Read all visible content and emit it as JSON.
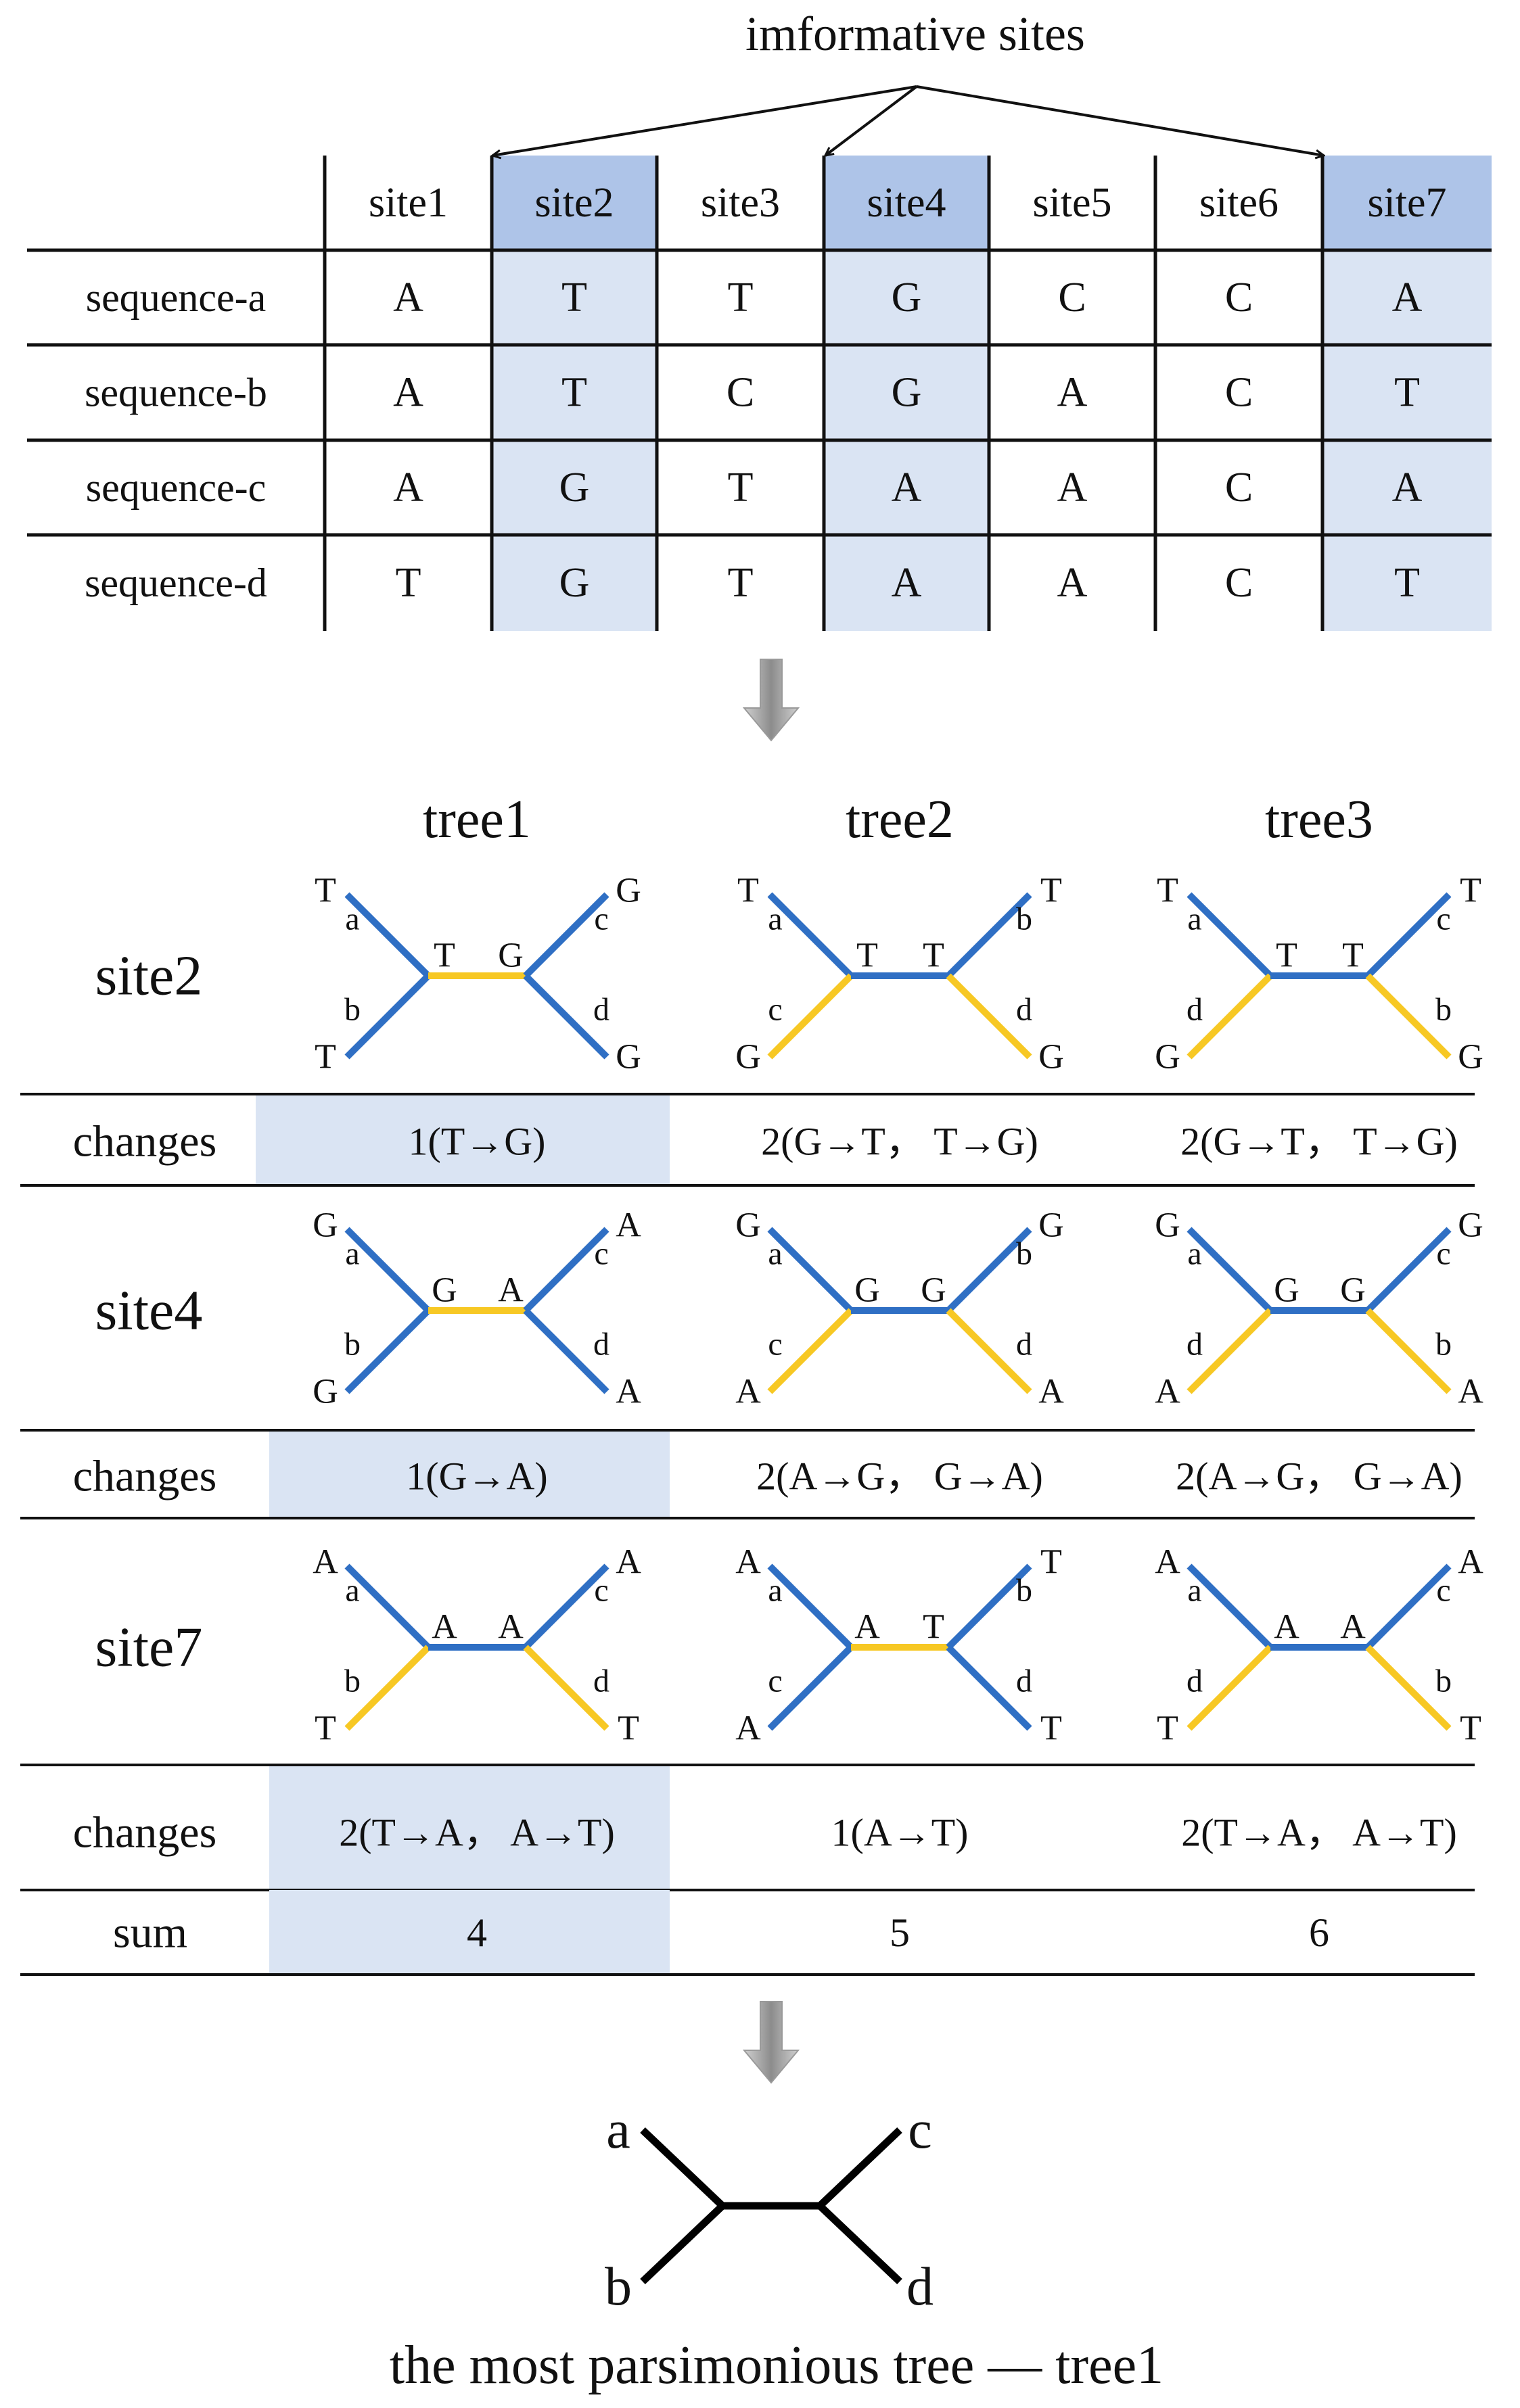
{
  "header": {
    "title": "imformative sites"
  },
  "seq_table": {
    "columns": [
      "site1",
      "site2",
      "site3",
      "site4",
      "site5",
      "site6",
      "site7"
    ],
    "highlighted_columns": [
      1,
      3,
      6
    ],
    "rows": [
      {
        "name": "sequence-a",
        "cells": [
          "A",
          "T",
          "T",
          "G",
          "C",
          "C",
          "A"
        ]
      },
      {
        "name": "sequence-b",
        "cells": [
          "A",
          "T",
          "C",
          "G",
          "A",
          "C",
          "T"
        ]
      },
      {
        "name": "sequence-c",
        "cells": [
          "A",
          "G",
          "T",
          "A",
          "A",
          "C",
          "A"
        ]
      },
      {
        "name": "sequence-d",
        "cells": [
          "T",
          "G",
          "T",
          "A",
          "A",
          "C",
          "T"
        ]
      }
    ]
  },
  "trees": [
    "tree1",
    "tree2",
    "tree3"
  ],
  "sites": [
    {
      "label": "site2",
      "diagrams": [
        {
          "leaves": [
            "a",
            "b",
            "c",
            "d"
          ],
          "leaf_states": [
            "T",
            "T",
            "G",
            "G"
          ],
          "inner": [
            "T",
            "G"
          ],
          "colors": {
            "ul": "blue",
            "ll": "blue",
            "mid": "yellow",
            "ur": "blue",
            "lr": "blue"
          }
        },
        {
          "leaves": [
            "a",
            "c",
            "b",
            "d"
          ],
          "leaf_states": [
            "T",
            "G",
            "T",
            "G"
          ],
          "inner": [
            "T",
            "T"
          ],
          "colors": {
            "ul": "blue",
            "ll": "yellow",
            "mid": "blue",
            "ur": "blue",
            "lr": "yellow"
          }
        },
        {
          "leaves": [
            "a",
            "d",
            "c",
            "b"
          ],
          "leaf_states": [
            "T",
            "G",
            "T",
            "G"
          ],
          "inner": [
            "T",
            "T"
          ],
          "colors": {
            "ul": "blue",
            "ll": "yellow",
            "mid": "blue",
            "ur": "blue",
            "lr": "yellow"
          }
        }
      ],
      "changes_label": "changes",
      "changes": [
        "1(T→G)",
        "2(G→T， T→G)",
        "2(G→T， T→G)"
      ]
    },
    {
      "label": "site4",
      "diagrams": [
        {
          "leaves": [
            "a",
            "b",
            "c",
            "d"
          ],
          "leaf_states": [
            "G",
            "G",
            "A",
            "A"
          ],
          "inner": [
            "G",
            "A"
          ],
          "colors": {
            "ul": "blue",
            "ll": "blue",
            "mid": "yellow",
            "ur": "blue",
            "lr": "blue"
          }
        },
        {
          "leaves": [
            "a",
            "c",
            "b",
            "d"
          ],
          "leaf_states": [
            "G",
            "A",
            "G",
            "A"
          ],
          "inner": [
            "G",
            "G"
          ],
          "colors": {
            "ul": "blue",
            "ll": "yellow",
            "mid": "blue",
            "ur": "blue",
            "lr": "yellow"
          }
        },
        {
          "leaves": [
            "a",
            "d",
            "c",
            "b"
          ],
          "leaf_states": [
            "G",
            "A",
            "G",
            "A"
          ],
          "inner": [
            "G",
            "G"
          ],
          "colors": {
            "ul": "blue",
            "ll": "yellow",
            "mid": "blue",
            "ur": "blue",
            "lr": "yellow"
          }
        }
      ],
      "changes_label": "changes",
      "changes": [
        "1(G→A)",
        "2(A→G， G→A)",
        "2(A→G， G→A)"
      ]
    },
    {
      "label": "site7",
      "diagrams": [
        {
          "leaves": [
            "a",
            "b",
            "c",
            "d"
          ],
          "leaf_states": [
            "A",
            "T",
            "A",
            "T"
          ],
          "inner": [
            "A",
            "A"
          ],
          "colors": {
            "ul": "blue",
            "ll": "yellow",
            "mid": "blue",
            "ur": "blue",
            "lr": "yellow"
          }
        },
        {
          "leaves": [
            "a",
            "c",
            "b",
            "d"
          ],
          "leaf_states": [
            "A",
            "A",
            "T",
            "T"
          ],
          "inner": [
            "A",
            "T"
          ],
          "colors": {
            "ul": "blue",
            "ll": "blue",
            "mid": "yellow",
            "ur": "blue",
            "lr": "blue"
          }
        },
        {
          "leaves": [
            "a",
            "d",
            "c",
            "b"
          ],
          "leaf_states": [
            "A",
            "T",
            "A",
            "T"
          ],
          "inner": [
            "A",
            "A"
          ],
          "colors": {
            "ul": "blue",
            "ll": "yellow",
            "mid": "blue",
            "ur": "blue",
            "lr": "yellow"
          }
        }
      ],
      "changes_label": "changes",
      "changes": [
        "2(T→A， A→T)",
        "1(A→T)",
        "2(T→A， A→T)"
      ]
    }
  ],
  "sum": {
    "label": "sum",
    "values": [
      "4",
      "5",
      "6"
    ]
  },
  "best_column": 0,
  "final_tree": {
    "leaves": [
      "a",
      "b",
      "c",
      "d"
    ],
    "caption": "the most parsimonious tree — tree1"
  },
  "colors": {
    "blue": "#2f6fc4",
    "yellow": "#f7c824",
    "highlight_header": "#aec4e8",
    "highlight_cell": "#dae4f3",
    "line": "#111111",
    "arrow": "#9a9a9a"
  }
}
